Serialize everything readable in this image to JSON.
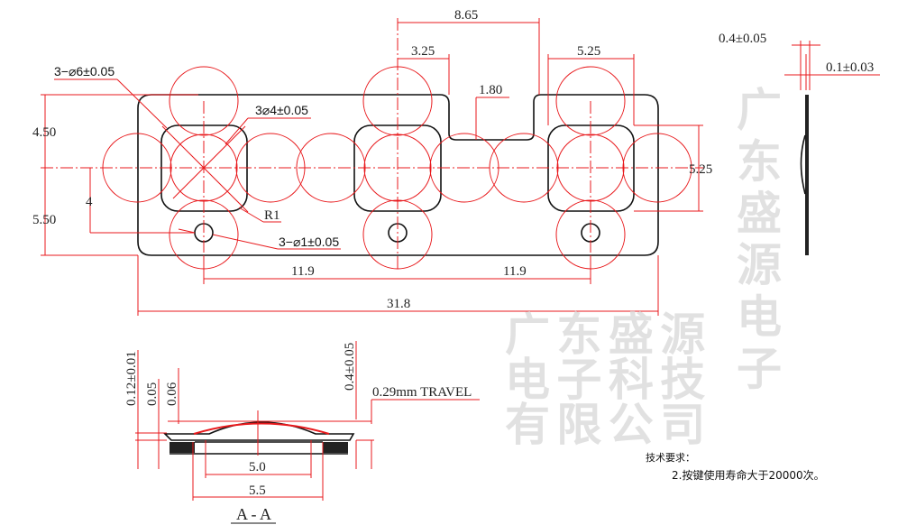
{
  "watermark": {
    "line1": "广 东 盛 源 电 子 科 技 有 限 公 司",
    "line2": "广 东 盛 源 电 子"
  },
  "top_view": {
    "hole_large": "3−⌀6±0.05",
    "hole_mid": "3⌀4±0.05",
    "radius": "R1",
    "hole_small": "3−⌀1±0.05",
    "dim_450": "4.50",
    "dim_550": "5.50",
    "dim_4": "4",
    "dim_865": "8.65",
    "dim_325": "3.25",
    "dim_180": "1.80",
    "dim_525_top": "5.25",
    "dim_525_right": "5.25",
    "dim_119_left": "11.9",
    "dim_119_right": "11.9",
    "dim_318": "31.8"
  },
  "side_view": {
    "thickness": "0.4±0.05",
    "plate": "0.1±0.03"
  },
  "section": {
    "d012": "0.12±0.01",
    "d005": "0.05",
    "d006": "0.06",
    "d04": "0.4±0.05",
    "travel": "0.29mm  TRAVEL",
    "w50": "5.0",
    "w55": "5.5",
    "title": "A - A"
  },
  "notes": {
    "heading": "技术要求：",
    "item2": "2.按键使用寿命大于20000次。"
  },
  "colors": {
    "dimension": "#e8191c",
    "outline": "#111111"
  }
}
